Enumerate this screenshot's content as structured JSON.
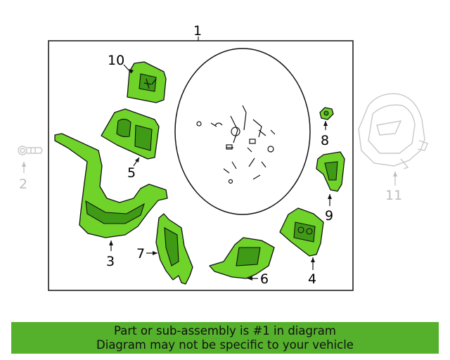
{
  "callouts": {
    "c1": "1",
    "c2": "2",
    "c3": "3",
    "c4": "4",
    "c5": "5",
    "c6": "6",
    "c7": "7",
    "c8": "8",
    "c9": "9",
    "c10": "10",
    "c11": "11"
  },
  "banner": {
    "line1": "Part or sub-assembly is #1 in diagram",
    "line2": "Diagram may not be specific to your vehicle"
  },
  "colors": {
    "part_fill": "#6fd32a",
    "banner_bg": "#55b02c",
    "ghost": "#bdbdbd"
  }
}
